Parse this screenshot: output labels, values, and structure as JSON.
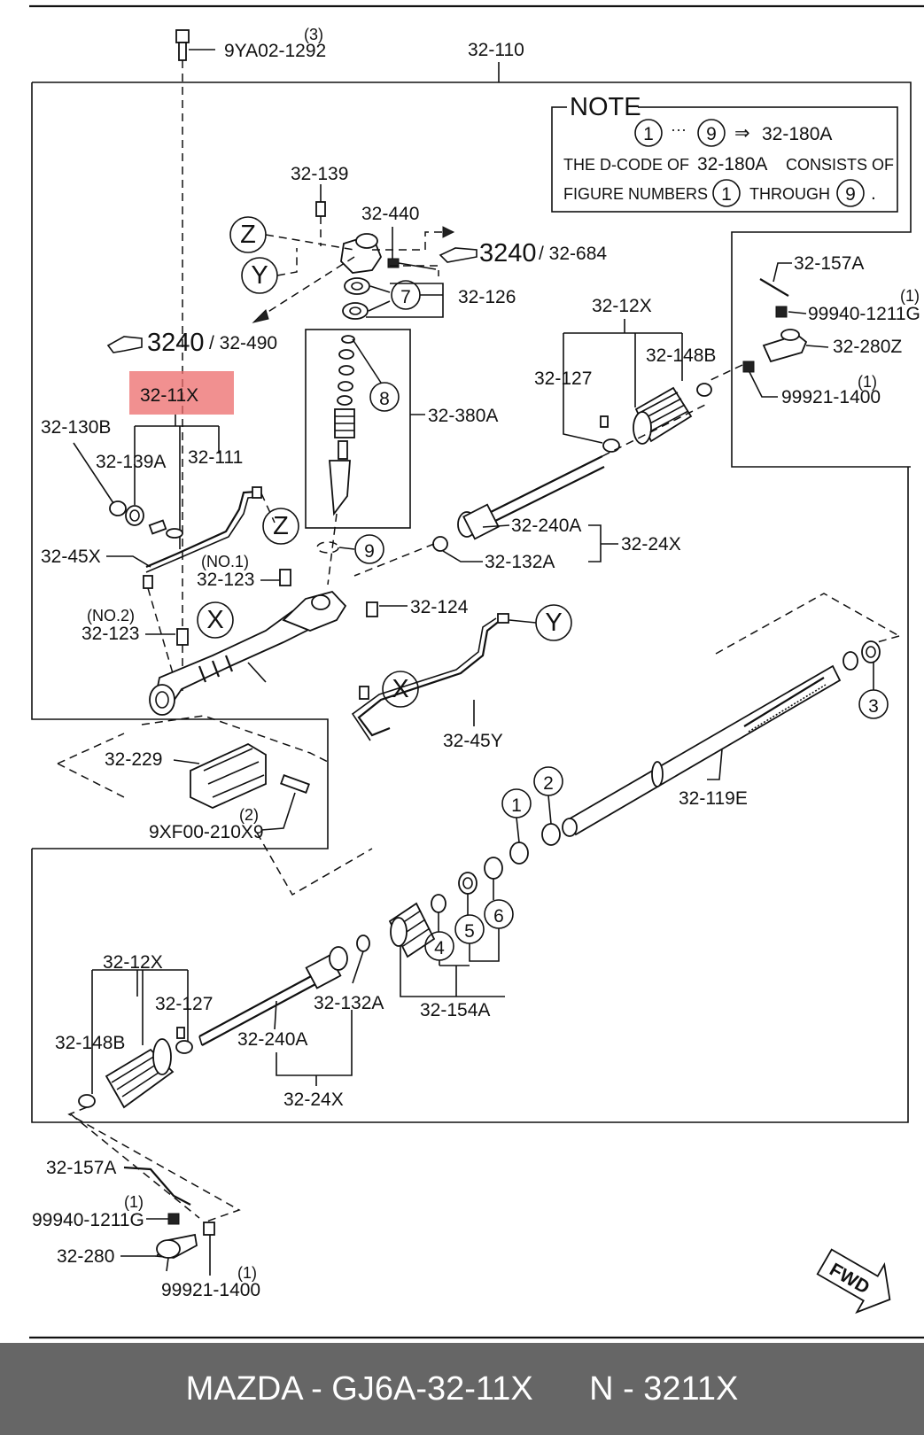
{
  "labels": {
    "bolt_top": "9YA02-1292",
    "bolt_top_qty": "(3)",
    "assembly": "32-110",
    "note_title": "NOTE",
    "note_range_start": "1",
    "note_range_dots": "···",
    "note_range_end": "9",
    "note_arrow": "⇒",
    "note_code": "32-180A",
    "note_line2_a": "THE D-CODE OF",
    "note_line2_b": "32-180A",
    "note_line2_c": "CONSISTS OF",
    "note_line3_a": "FIGURE NUMBERS",
    "note_line3_b": "1",
    "note_line3_c": "THROUGH",
    "note_line3_d": "9",
    "note_line3_e": ".",
    "p_32_139": "32-139",
    "p_32_440": "32-440",
    "callout_z": "Z",
    "callout_y": "Y",
    "callout_x": "X",
    "ref_3240_a": "3240",
    "ref_32_684": "/ 32-684",
    "ref_3240_b": "3240",
    "ref_32_490": "/ 32-490",
    "num_7": "7",
    "p_32_126": "32-126",
    "num_8": "8",
    "p_32_380a": "32-380A",
    "num_9": "9",
    "p_32_157a": "32-157A",
    "p_99940_q": "(1)",
    "p_99940": "99940-1211G",
    "p_32_280z": "32-280Z",
    "p_99921_q": "(1)",
    "p_99921": "99921-1400",
    "p_32_12x": "32-12X",
    "p_32_148b": "32-148B",
    "p_32_127": "32-127",
    "p_32_11x": "32-11X",
    "p_32_130b": "32-130B",
    "p_32_139a": "32-139A",
    "p_32_111": "32-111",
    "p_32_240a": "32-240A",
    "p_32_24x": "32-24X",
    "p_32_132a": "32-132A",
    "p_32_45x": "32-45X",
    "no1": "(NO.1)",
    "p_32_123": "32-123",
    "p_32_124": "32-124",
    "no2": "(NO.2)",
    "p_32_45y": "32-45Y",
    "num_3": "3",
    "p_32_229": "32-229",
    "p_9xf00_q": "(2)",
    "p_9xf00": "9XF00-210X9",
    "num_1": "1",
    "num_2": "2",
    "p_32_119e": "32-119E",
    "num_4": "4",
    "num_5": "5",
    "num_6": "6",
    "p_32_154a": "32-154A",
    "p_32_280": "32-280",
    "fwd": "FWD"
  },
  "footer": {
    "brand_part": "MAZDA - GJ6A-32-11X",
    "ref": "N - 3211X"
  },
  "colors": {
    "highlight": "#ec6b6b",
    "footer_bg": "#666666"
  }
}
